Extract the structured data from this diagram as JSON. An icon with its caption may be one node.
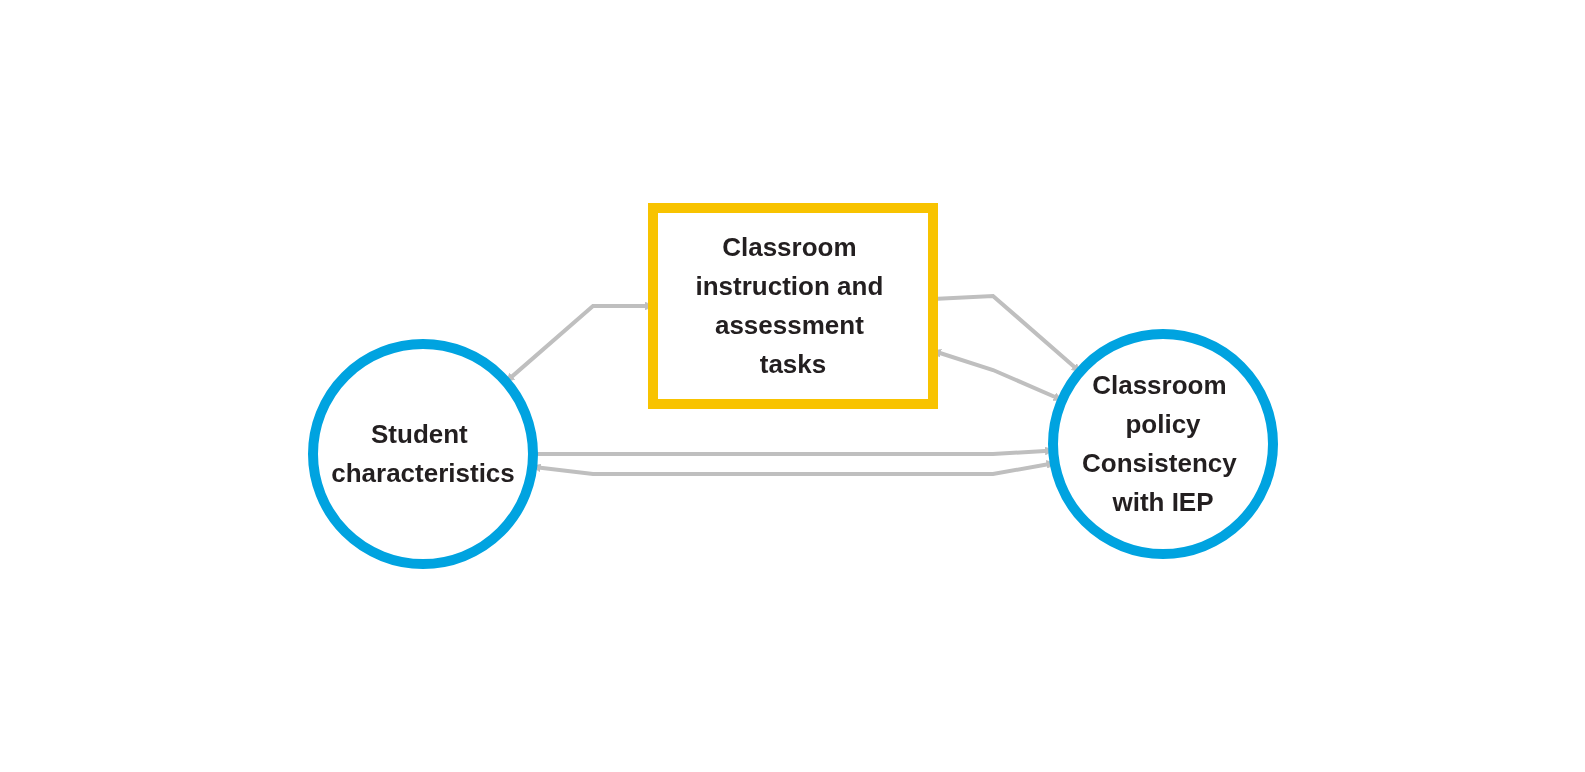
{
  "diagram": {
    "nodes": [
      {
        "text": [
          "Student characteristics"
        ]
      },
      {
        "text": [
          "Classroom instruction and assessment tasks"
        ]
      },
      {
        "text": [
          "Classroom policy",
          "Consistency with IEP"
        ]
      }
    ],
    "edges": [
      {
        "from": 0,
        "to": 1,
        "arrow": "both"
      },
      {
        "from": 0,
        "to": 2,
        "arrow": "to"
      },
      {
        "from": 1,
        "to": 2,
        "arrow": "to"
      },
      {
        "from": 0,
        "to": 2,
        "arrow": "both"
      },
      {
        "from": 2,
        "to": 1,
        "arrow": "both"
      }
    ]
  }
}
